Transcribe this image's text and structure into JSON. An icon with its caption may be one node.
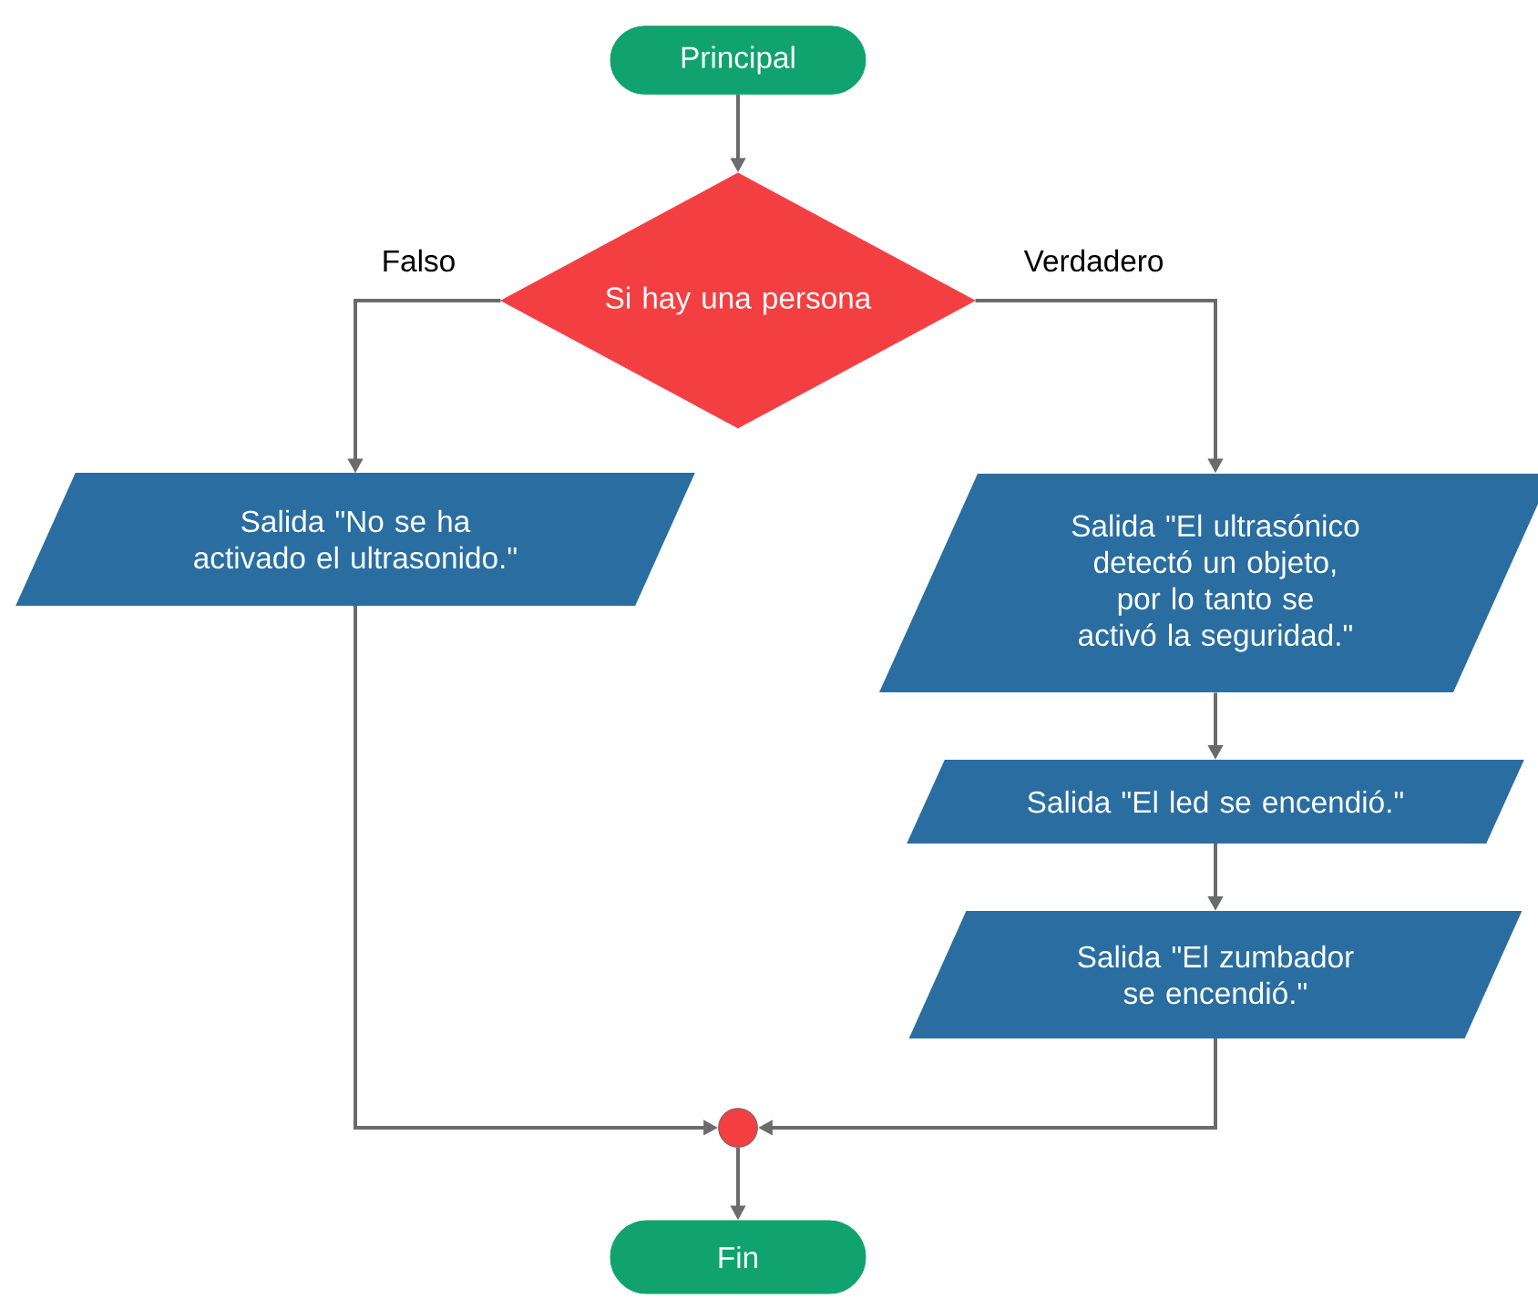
{
  "diagram": {
    "nodes": [
      {
        "text": [
          "Principal"
        ]
      },
      {
        "text": [
          "Si hay una persona"
        ]
      },
      {
        "text": [
          "Salida \"No se ha activado el ultrasonido.\""
        ]
      },
      {
        "text": [
          "Salida \"El ultrasónico detectó un objeto, por lo tanto se activó la seguridad.\""
        ]
      },
      {
        "text": [
          "Salida \"El led se encendió.\""
        ]
      },
      {
        "text": [
          "Salida \"El zumbador se encendió.\""
        ]
      },
      {
        "text": [],
        "shape": "circle"
      },
      {
        "text": [
          "Fin"
        ]
      }
    ],
    "edges": [
      {
        "from": 0,
        "to": 1,
        "arrow": "to"
      },
      {
        "from": 1,
        "to": 2,
        "arrow": "to",
        "label": "Falso"
      },
      {
        "from": 1,
        "to": 3,
        "arrow": "to",
        "label": "Verdadero"
      },
      {
        "from": 3,
        "to": 4,
        "arrow": "to"
      },
      {
        "from": 4,
        "to": 5,
        "arrow": "to"
      },
      {
        "from": 2,
        "to": 6,
        "arrow": "to"
      },
      {
        "from": 5,
        "to": 6,
        "arrow": "to"
      },
      {
        "from": 6,
        "to": 7,
        "arrow": "to"
      }
    ]
  }
}
